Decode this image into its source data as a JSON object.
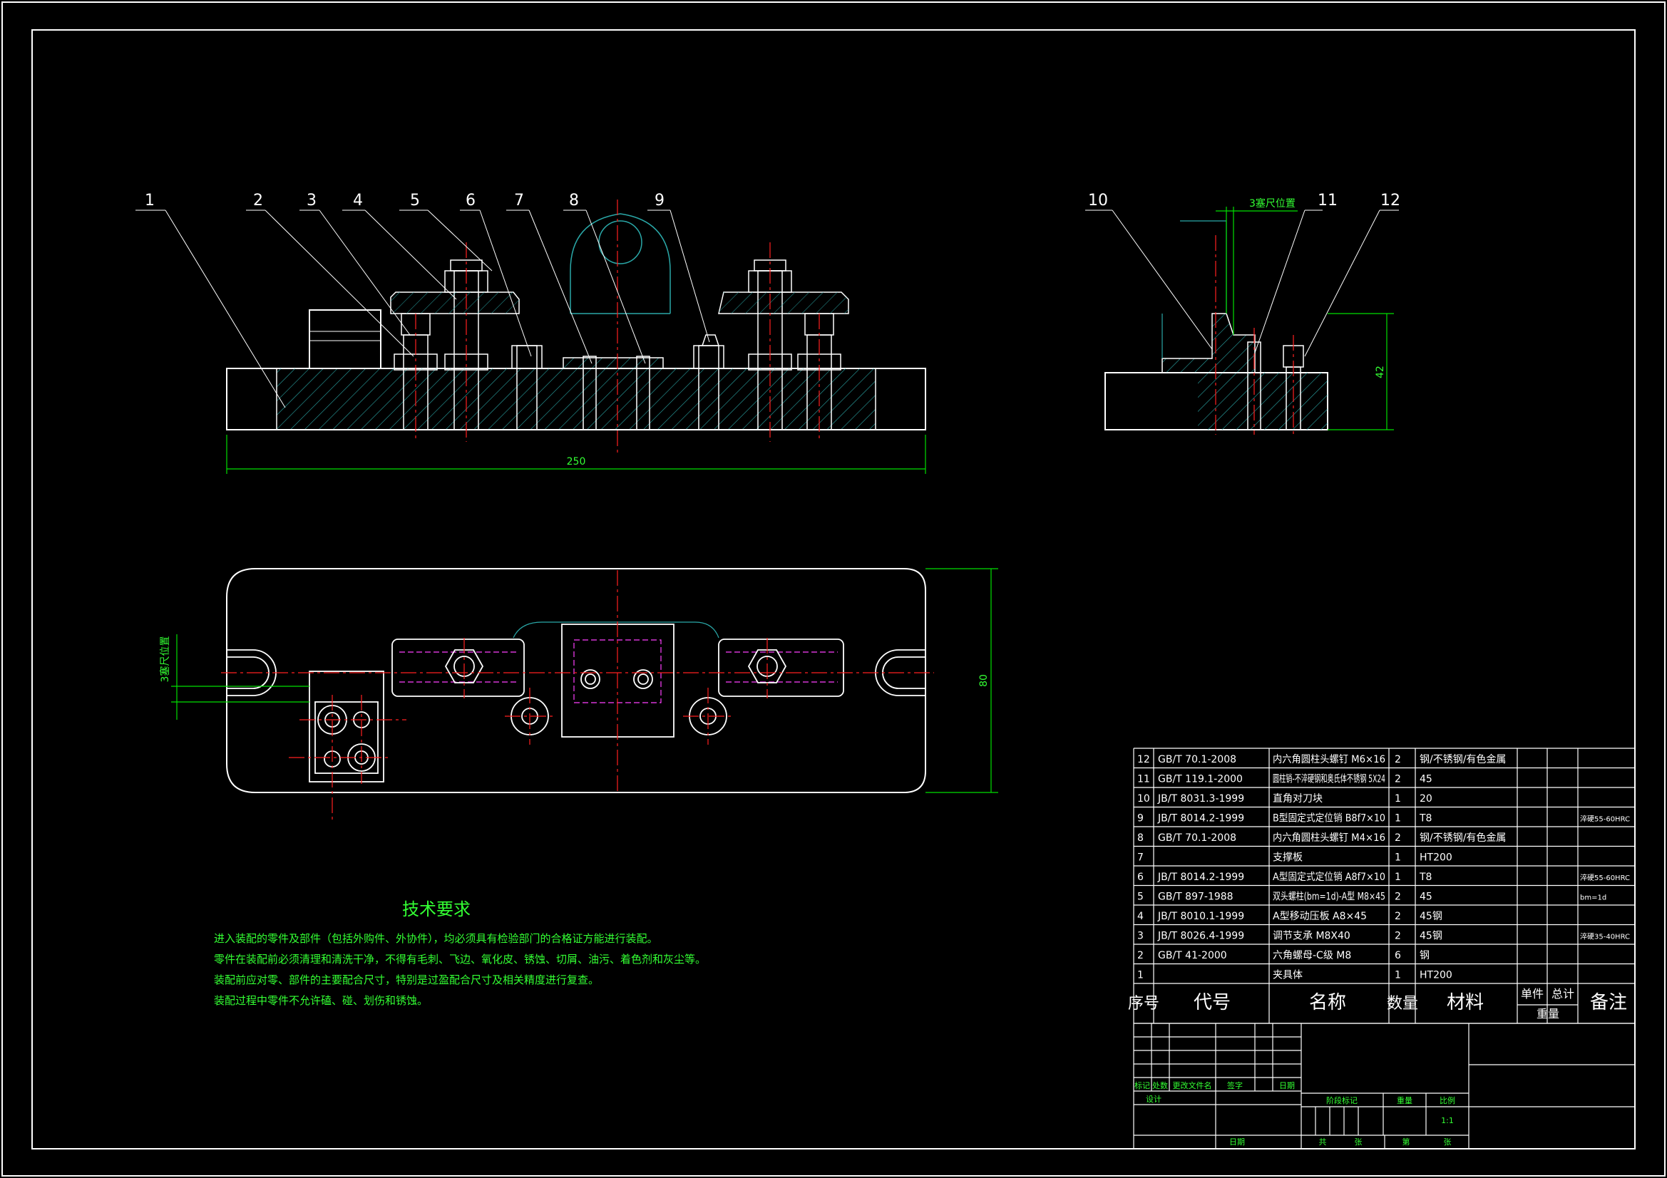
{
  "colors": {
    "background": "#000000",
    "line": "#ffffff",
    "hatch": "#2aa8a8",
    "center": "#ff2020",
    "hidden": "#ff40ff",
    "dimension": "#00e000",
    "text_green": "#33ff33"
  },
  "callouts": {
    "front": [
      "1",
      "2",
      "3",
      "4",
      "5",
      "6",
      "7",
      "8",
      "9"
    ],
    "side": [
      "10",
      "11",
      "12"
    ]
  },
  "dimensions": {
    "length": "250",
    "height_side": "42",
    "width_top": "80",
    "gauge_side": "3塞尺位置",
    "gauge_top": "3塞尺位置"
  },
  "tech_requirements": {
    "title": "技术要求",
    "lines": [
      "进入装配的零件及部件（包括外购件、外协件），均必须具有检验部门的合格证方能进行装配。",
      "零件在装配前必须清理和清洗干净，不得有毛刺、飞边、氧化皮、锈蚀、切屑、油污、着色剂和灰尘等。",
      "装配前应对零、部件的主要配合尺寸，特别是过盈配合尺寸及相关精度进行复查。",
      "装配过程中零件不允许磕、碰、划伤和锈蚀。"
    ]
  },
  "bom": {
    "headers": {
      "no": "序号",
      "code": "代号",
      "name": "名称",
      "qty": "数量",
      "material": "材料",
      "unit": "单件",
      "total": "总计",
      "weight": "重量",
      "remark": "备注"
    },
    "rows": [
      {
        "no": "12",
        "code": "GB/T 70.1-2008",
        "name": "内六角圆柱头螺钉 M6×16",
        "qty": "2",
        "material": "钢/不锈钢/有色金属",
        "remark": ""
      },
      {
        "no": "11",
        "code": "GB/T 119.1-2000",
        "name": "圆柱销-不淬硬钢和奥氏体不锈钢 5X24",
        "qty": "2",
        "material": "45",
        "remark": ""
      },
      {
        "no": "10",
        "code": "JB/T 8031.3-1999",
        "name": "直角对刀块",
        "qty": "1",
        "material": "20",
        "remark": ""
      },
      {
        "no": "9",
        "code": "JB/T 8014.2-1999",
        "name": "B型固定式定位销 B8f7×10",
        "qty": "1",
        "material": "T8",
        "remark": "淬硬55-60HRC"
      },
      {
        "no": "8",
        "code": "GB/T 70.1-2008",
        "name": "内六角圆柱头螺钉 M4×16",
        "qty": "2",
        "material": "钢/不锈钢/有色金属",
        "remark": ""
      },
      {
        "no": "7",
        "code": "",
        "name": "支撑板",
        "qty": "1",
        "material": "HT200",
        "remark": ""
      },
      {
        "no": "6",
        "code": "JB/T 8014.2-1999",
        "name": "A型固定式定位销 A8f7×10",
        "qty": "1",
        "material": "T8",
        "remark": "淬硬55-60HRC"
      },
      {
        "no": "5",
        "code": "GB/T 897-1988",
        "name": "双头螺柱(bm=1d)-A型 M8×45",
        "qty": "2",
        "material": "45",
        "remark": "bm=1d"
      },
      {
        "no": "4",
        "code": "JB/T 8010.1-1999",
        "name": "A型移动压板 A8×45",
        "qty": "2",
        "material": "45钢",
        "remark": ""
      },
      {
        "no": "3",
        "code": "JB/T 8026.4-1999",
        "name": "调节支承 M8X40",
        "qty": "2",
        "material": "45钢",
        "remark": "淬硬35-40HRC"
      },
      {
        "no": "2",
        "code": "GB/T 41-2000",
        "name": "六角螺母-C级 M8",
        "qty": "6",
        "material": "钢",
        "remark": ""
      },
      {
        "no": "1",
        "code": "",
        "name": "夹具体",
        "qty": "1",
        "material": "HT200",
        "remark": ""
      }
    ]
  },
  "title_block": {
    "mark": "标记",
    "count": "处数",
    "change_doc": "更改文件名",
    "sign": "签字",
    "date": "日期",
    "design": "设计",
    "stage_mark": "阶段标记",
    "weight": "重量",
    "scale": "比例",
    "scale_value": "1:1",
    "date2": "日期",
    "total": "共",
    "sheets": "张",
    "page": "第",
    "sheet": "张"
  }
}
